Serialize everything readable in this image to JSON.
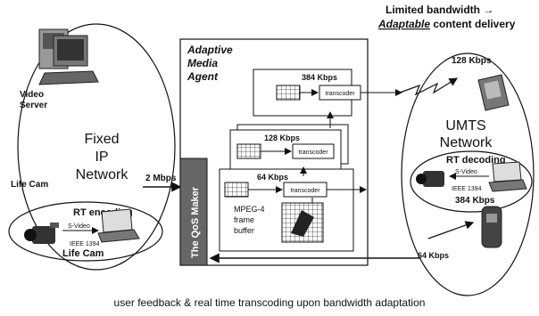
{
  "header": {
    "line1": "Limited bandwidth →",
    "line2_emph": "Adaptable",
    "line2_rest": " content delivery"
  },
  "left": {
    "video_server": [
      "Video",
      "Server"
    ],
    "fixed_network": [
      "Fixed",
      "IP",
      "Network"
    ],
    "life_cam": "Life Cam",
    "link_rate": "2 Mbps",
    "rt_encoding": "RT encoding",
    "svideo": "S-Video",
    "ieee": "IEEE 1394",
    "life_cam_bottom": "Life Cam"
  },
  "center": {
    "agent_title": [
      "Adaptive",
      "Media",
      "Agent"
    ],
    "qos_maker": "The QoS Maker",
    "rates": [
      "384 Kbps",
      "128 Kbps",
      "64 Kbps"
    ],
    "transcoder": "transcoder",
    "mpeg": [
      "MPEG-4",
      "frame",
      "buffer"
    ]
  },
  "right": {
    "rate_top": "128 Kbps",
    "umts": [
      "UMTS",
      "Network"
    ],
    "rt_decoding": "RT decoding",
    "svideo": "S-Video",
    "ieee": "IEEE 1394",
    "rate_mid": "384 Kbps",
    "rate_bottom": "64 Kbps"
  },
  "caption": "user feedback & real time transcoding upon bandwidth adaptation"
}
